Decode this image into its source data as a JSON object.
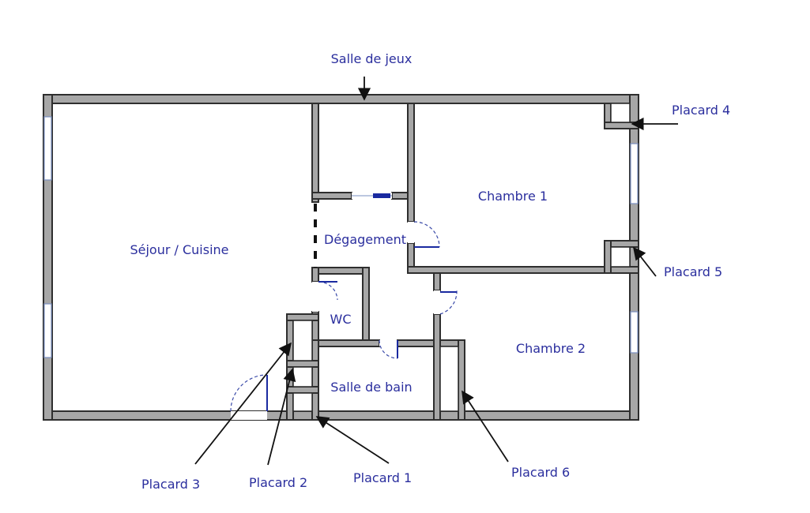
{
  "rooms": {
    "sejour": "Séjour / Cuisine",
    "chambre1": "Chambre 1",
    "chambre2": "Chambre 2",
    "degagement": "Dégagement",
    "wc": "WC",
    "salle_de_bain": "Salle de bain"
  },
  "callouts": {
    "salle_de_jeux": "Salle de jeux",
    "placard1": "Placard 1",
    "placard2": "Placard 2",
    "placard3": "Placard 3",
    "placard4": "Placard 4",
    "placard5": "Placard 5",
    "placard6": "Placard 6"
  },
  "colors": {
    "label_text": "#2b2f9e",
    "wall_fill": "#a7a7a7",
    "door_blue": "#1a2aa0"
  }
}
